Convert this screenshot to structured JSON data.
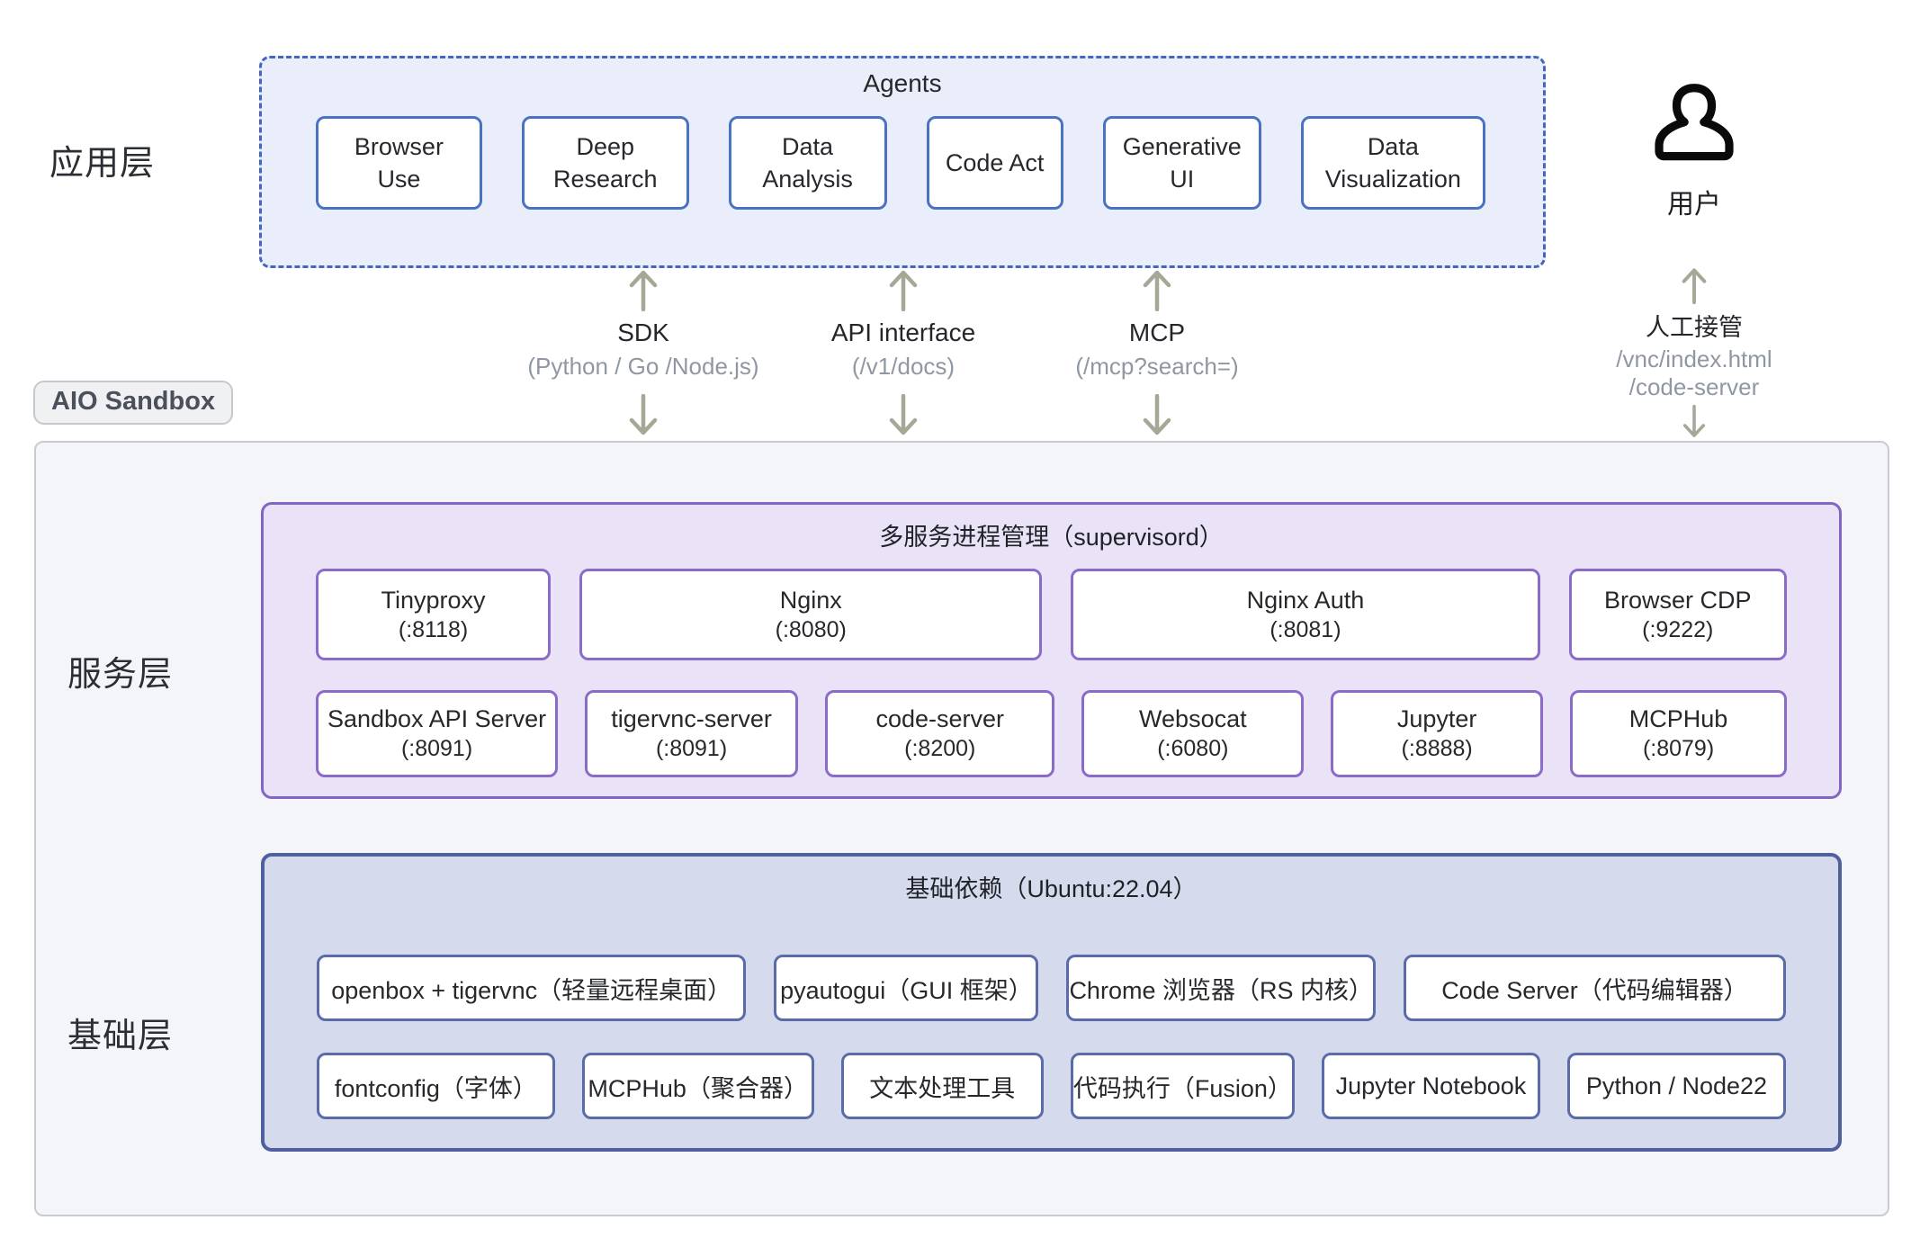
{
  "app_layer": {
    "label": "应用层",
    "agents": {
      "title": "Agents",
      "items": [
        "Browser Use",
        "Deep Research",
        "Data Analysis",
        "Code Act",
        "Generative UI",
        "Data Visualization"
      ]
    },
    "user": {
      "label": "用户"
    }
  },
  "connectors": {
    "sdk": {
      "title": "SDK",
      "subtitle": "(Python / Go /Node.js)"
    },
    "api": {
      "title": "API interface",
      "subtitle": "(/v1/docs)"
    },
    "mcp": {
      "title": "MCP",
      "subtitle": "(/mcp?search=)"
    },
    "takeover": {
      "title": "人工接管",
      "line1": "/vnc/index.html",
      "line2": "/code-server"
    }
  },
  "sandbox": {
    "badge": "AIO Sandbox",
    "service_layer": {
      "label": "服务层",
      "title": "多服务进程管理（supervisord）",
      "row1": [
        {
          "name": "Tinyproxy",
          "port": "(:8118)"
        },
        {
          "name": "Nginx",
          "port": "(:8080)"
        },
        {
          "name": "Nginx Auth",
          "port": "(:8081)"
        },
        {
          "name": "Browser CDP",
          "port": "(:9222)"
        }
      ],
      "row2": [
        {
          "name": "Sandbox API Server",
          "port": "(:8091)"
        },
        {
          "name": "tigervnc-server",
          "port": "(:8091)"
        },
        {
          "name": "code-server",
          "port": "(:8200)"
        },
        {
          "name": "Websocat",
          "port": "(:6080)"
        },
        {
          "name": "Jupyter",
          "port": "(:8888)"
        },
        {
          "name": "MCPHub",
          "port": "(:8079)"
        }
      ]
    },
    "base_layer": {
      "label": "基础层",
      "title": "基础依赖（Ubuntu:22.04）",
      "row1": [
        "openbox + tigervnc（轻量远程桌面）",
        "pyautogui（GUI 框架）",
        "Chrome 浏览器（RS 内核）",
        "Code Server（代码编辑器）"
      ],
      "row2": [
        "fontconfig（字体）",
        "MCPHub（聚合器）",
        "文本处理工具",
        "代码执行（Fusion）",
        "Jupyter Notebook",
        "Python / Node22"
      ]
    }
  },
  "icons": {
    "user_icon": "person-silhouette",
    "arrow_up_icon": "↑",
    "arrow_down_icon": "↓"
  },
  "colors": {
    "agents_fill": "#eaeefa",
    "agents_border": "#4565be",
    "agent_box_border": "#4a72c4",
    "service_fill": "#eae3f8",
    "service_border": "#8464c4",
    "service_box_border": "#8a6cc8",
    "base_fill": "#d5daed",
    "base_border": "#50609f",
    "base_box_border": "#5b6ba9",
    "outer_fill": "#f4f5f8",
    "arrow": "#a6a897",
    "muted_text": "#9097a2"
  }
}
